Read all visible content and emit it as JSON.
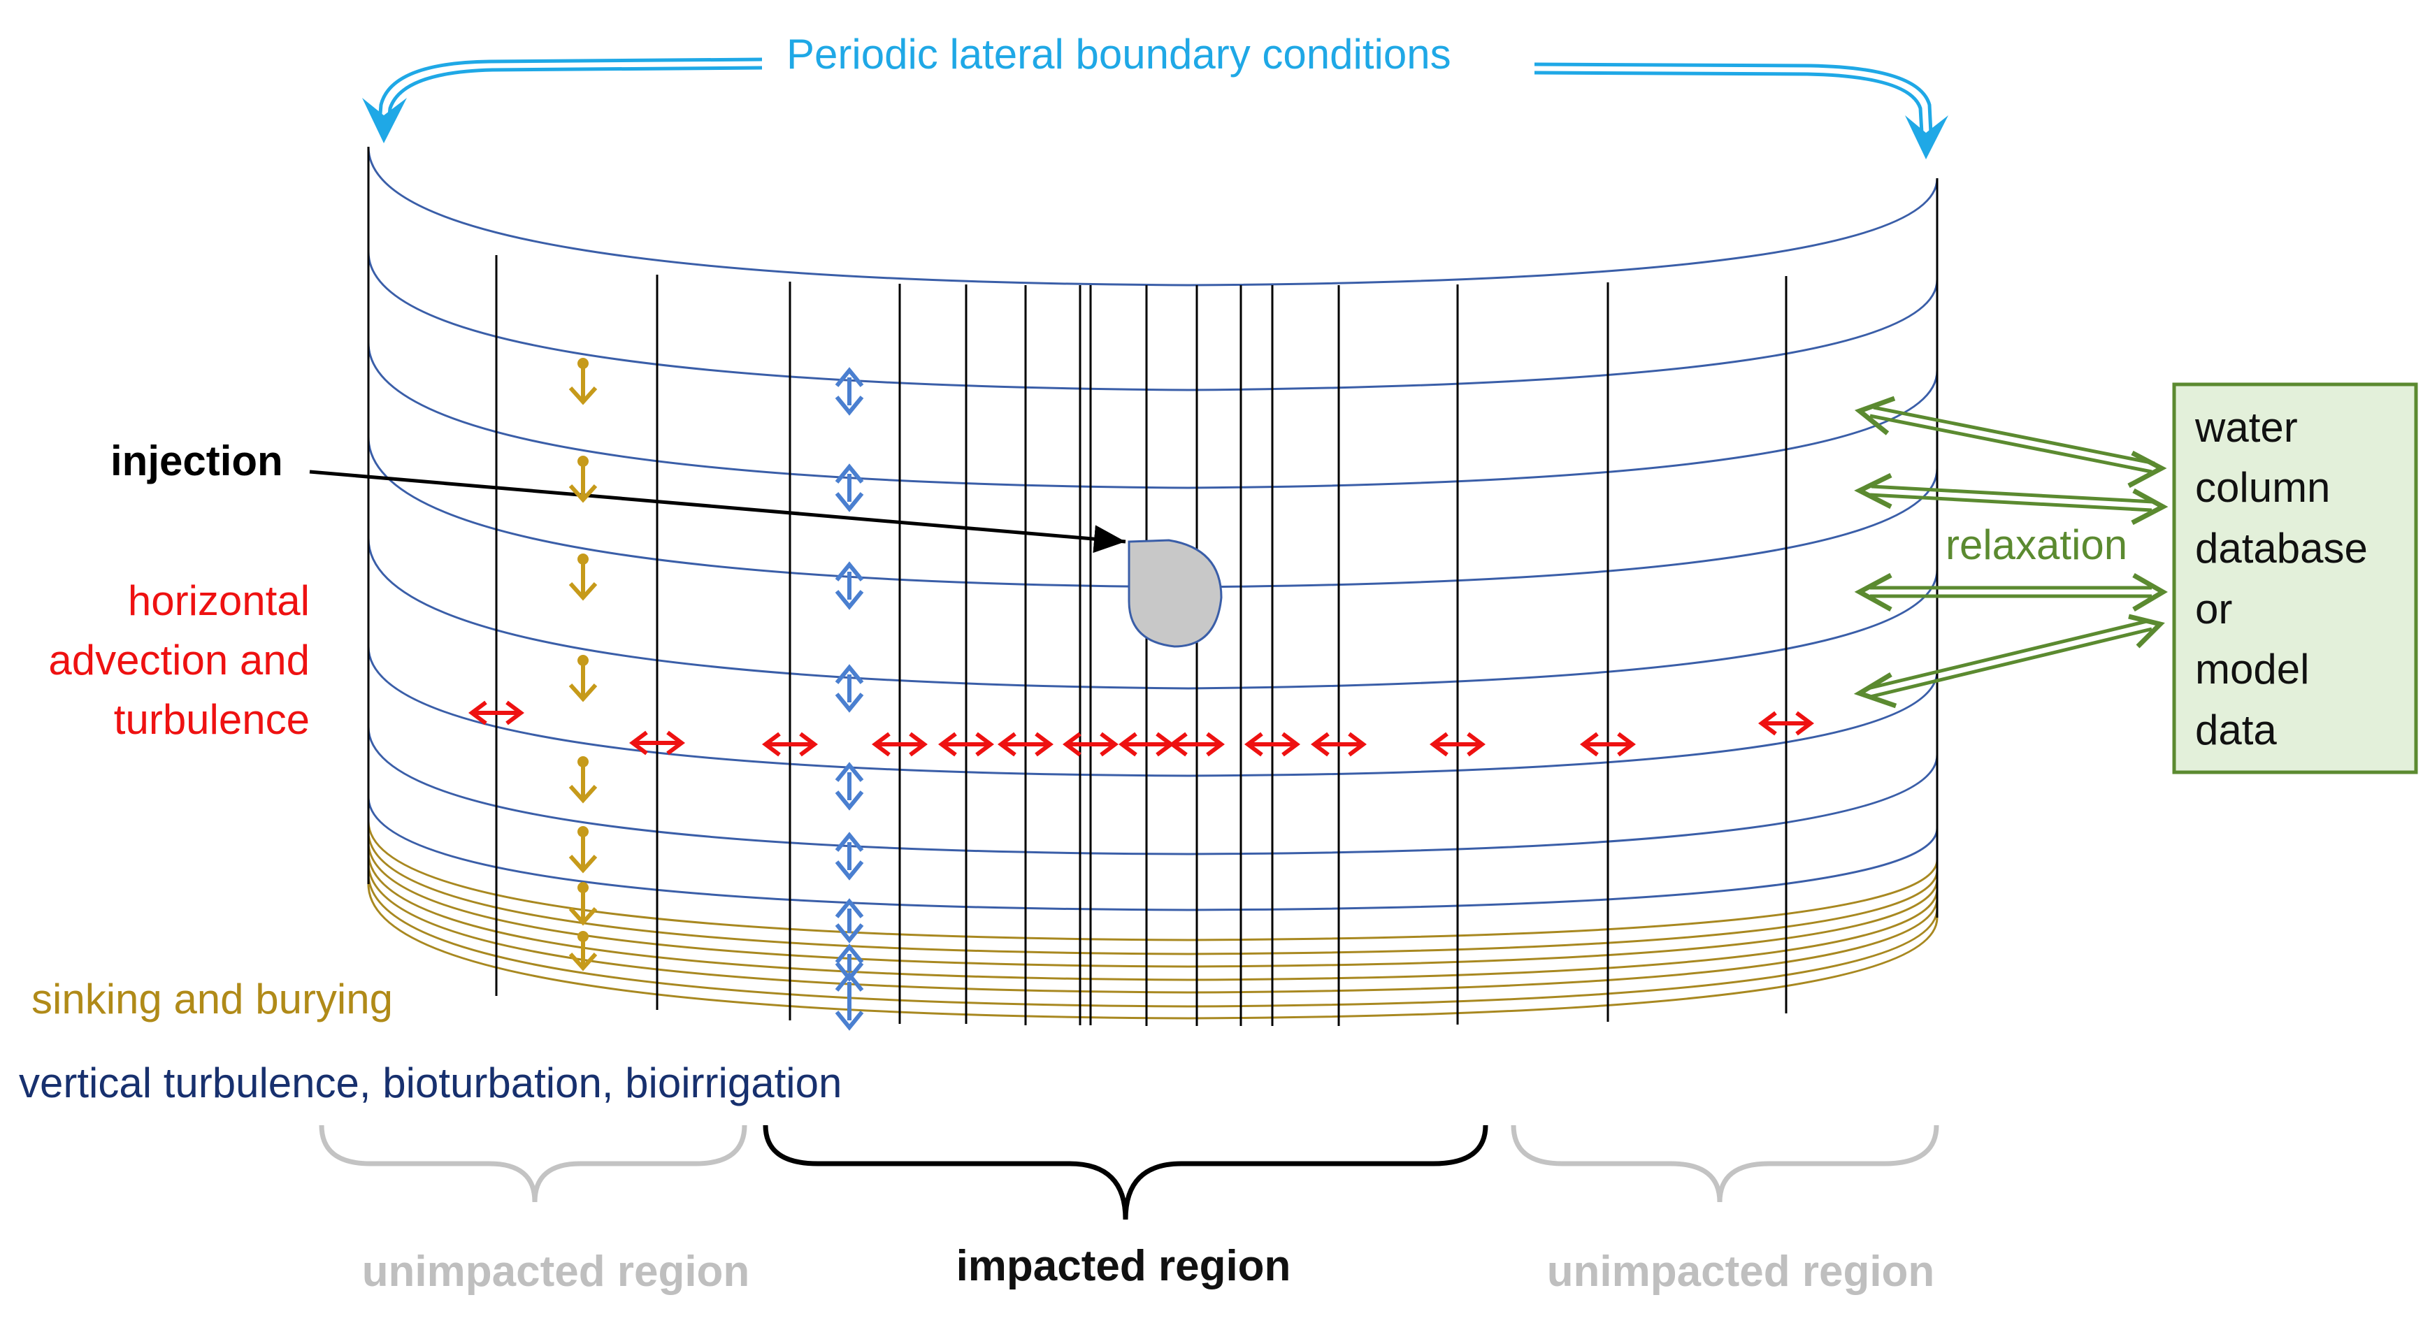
{
  "labels": {
    "periodic": "Periodic lateral boundary conditions",
    "injection": "injection",
    "horizontal": [
      "horizontal",
      "advection and",
      "turbulence"
    ],
    "sinking": "sinking and burying",
    "vertical": "vertical turbulence, bioturbation, bioirrigation",
    "relaxation": "relaxation",
    "datasource": [
      "water",
      "column",
      "database",
      "or",
      "model",
      "data"
    ],
    "unimpacted_left": "unimpacted region",
    "impacted": "impacted region",
    "unimpacted_right": "unimpacted region"
  },
  "colors": {
    "periodic_arrow": "#1fa8e6",
    "water_layer": "#3a5ea8",
    "sediment_layer": "#a88820",
    "grid_line": "#000000",
    "horizontal_arrow": "#ee1111",
    "vertical_arrow": "#4a7fd0",
    "sinking_arrow": "#c69a1a",
    "relaxation_arrow": "#5b8a30",
    "box_fill": "#e3f0da",
    "box_border": "#5b8a30",
    "blob_fill": "#c8c8c8",
    "blob_border": "#3a5ea8",
    "brace_unimpacted": "#c3c3c3",
    "brace_impacted": "#000000"
  }
}
